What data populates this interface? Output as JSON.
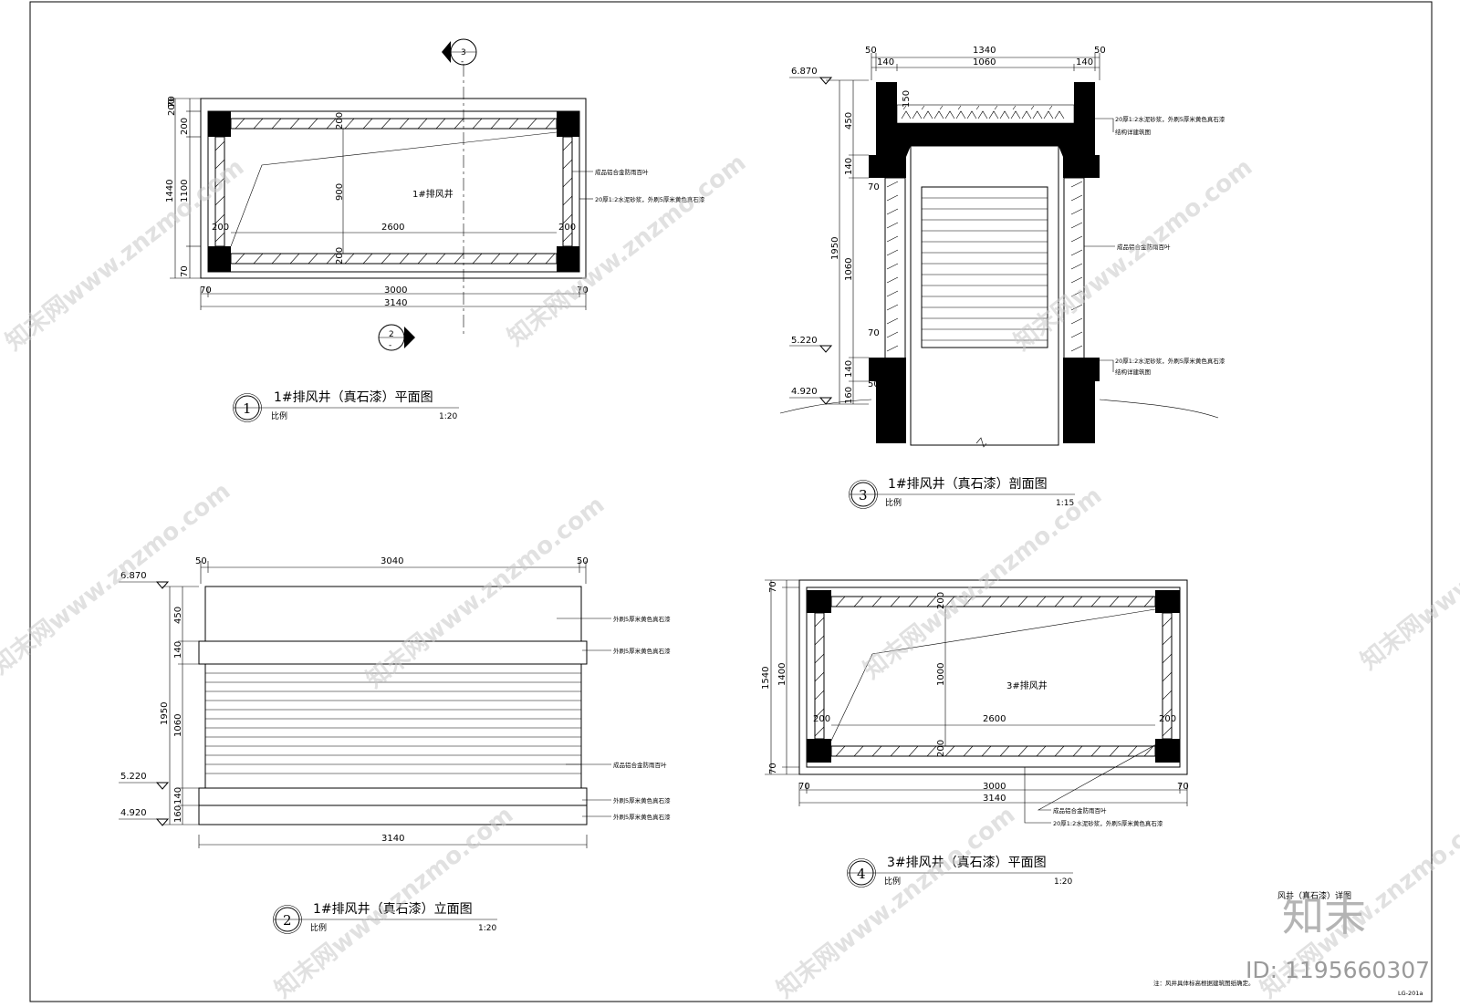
{
  "drawing_1": {
    "title": "1#排风井（真石漆）平面图",
    "num": "1",
    "scale_label": "比例",
    "scale": "1:20",
    "room_label": "1#排风井",
    "dims_top": [
      "200",
      "70"
    ],
    "dims_left": [
      "1440",
      "1100",
      "200",
      "70"
    ],
    "dims_inner_v": "900",
    "dims_inner_v_small": [
      "200",
      "200"
    ],
    "dims_inner_h": [
      "200",
      "2600",
      "200"
    ],
    "dims_bottom": [
      "70",
      "3000",
      "70",
      "3140"
    ],
    "notes": [
      "成品铝合金防雨百叶",
      "20厚1:2水泥砂浆，外刷5厚米黄色真石漆"
    ],
    "section_top": {
      "num": "3",
      "ref": "-"
    },
    "section_bottom": {
      "num": "2",
      "ref": "-"
    }
  },
  "drawing_2": {
    "title": "1#排风井（真石漆）立面图",
    "num": "2",
    "scale_label": "比例",
    "scale": "1:20",
    "dims_top": [
      "50",
      "3040",
      "50"
    ],
    "dims_bottom": "3140",
    "levels": [
      "6.870",
      "5.220",
      "4.920"
    ],
    "dims_left_outer": "1950",
    "dims_left": [
      "450",
      "140",
      "1060",
      "140",
      "160"
    ],
    "notes": [
      "外刷5厚米黄色真石漆",
      "外刷5厚米黄色真石漆",
      "成品铝合金防雨百叶",
      "外刷5厚米黄色真石漆",
      "外刷5厚米黄色真石漆"
    ]
  },
  "drawing_3": {
    "title": "1#排风井（真石漆）剖面图",
    "num": "3",
    "scale_label": "比例",
    "scale": "1:15",
    "dims_top_outer": [
      "50",
      "1340",
      "50"
    ],
    "dims_top_inner": [
      "140",
      "1060",
      "140"
    ],
    "levels": [
      "6.870",
      "5.220",
      "4.920"
    ],
    "dims_left_outer": "1950",
    "dims_left": [
      "450",
      "140",
      "1060",
      "140",
      "160"
    ],
    "dims_small": [
      "150",
      "70",
      "70",
      "50"
    ],
    "notes": [
      "20厚1:2水泥砂浆，外刷5厚米黄色真石漆",
      "结构详建筑图",
      "成品铝合金防雨百叶",
      "20厚1:2水泥砂浆，外刷5厚米黄色真石漆",
      "结构详建筑图"
    ]
  },
  "drawing_4": {
    "title": "3#排风井（真石漆）平面图",
    "num": "4",
    "scale_label": "比例",
    "scale": "1:20",
    "room_label": "3#排风井",
    "dims_left": [
      "1540",
      "1400",
      "70",
      "70"
    ],
    "dims_inner_v": "1000",
    "dims_inner_v_small": [
      "200",
      "200"
    ],
    "dims_inner_h": [
      "200",
      "2600",
      "200"
    ],
    "dims_bottom": [
      "70",
      "3000",
      "70",
      "3140"
    ],
    "notes": [
      "成品铝合金防雨百叶",
      "20厚1:2水泥砂浆，外刷5厚米黄色真石漆"
    ]
  },
  "sheet": {
    "footer_note": "注：风井具体标高根据建筑图纸确定。",
    "sheet_no": "LG-201a",
    "partial_title": "风井（真石漆）详图"
  },
  "watermark": {
    "text": "知末网www.znzmo.com",
    "brand": "知末",
    "id": "ID: 1195660307"
  }
}
